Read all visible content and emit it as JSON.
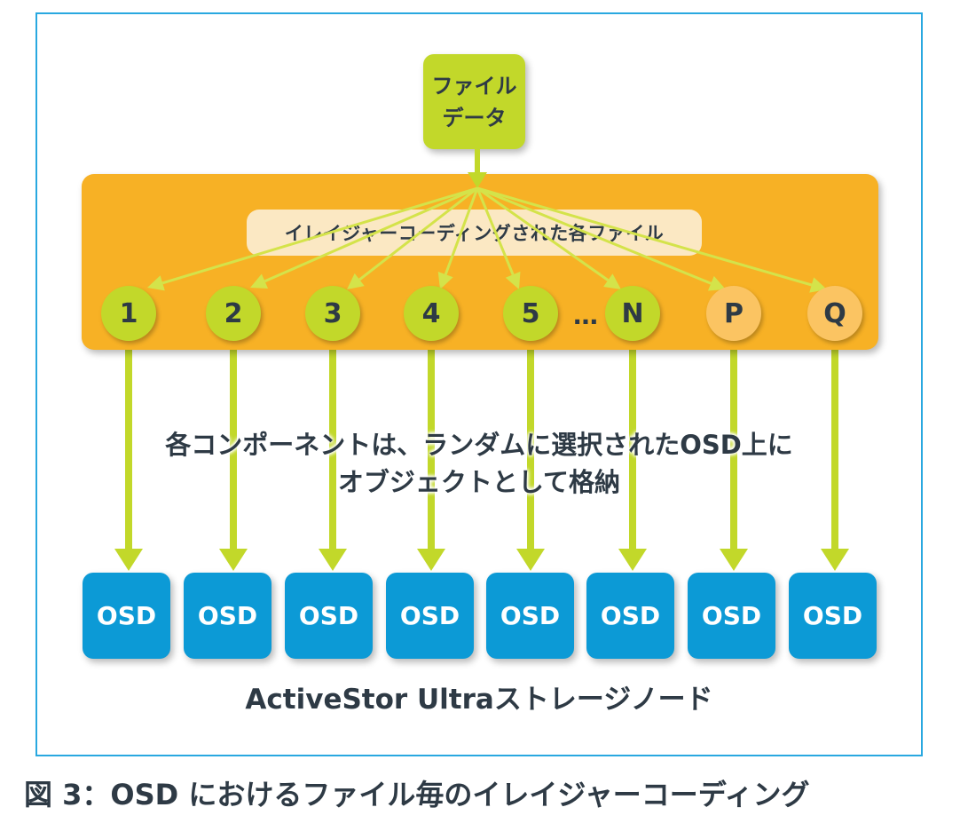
{
  "file_box": {
    "line1": "ファイル",
    "line2": "データ"
  },
  "erasure_label": "イレイジャーコーディングされた各ファイル",
  "circles": [
    {
      "label": "1",
      "color": "#c2d82a"
    },
    {
      "label": "2",
      "color": "#c2d82a"
    },
    {
      "label": "3",
      "color": "#c2d82a"
    },
    {
      "label": "4",
      "color": "#c2d82a"
    },
    {
      "label": "5",
      "color": "#c2d82a"
    },
    {
      "label": "N",
      "color": "#c2d82a"
    },
    {
      "label": "P",
      "color": "#fbc462"
    },
    {
      "label": "Q",
      "color": "#fbc462"
    }
  ],
  "ellipsis": "…",
  "middle_text": {
    "line1": "各コンポーネントは、ランダムに選択されたOSD上に",
    "line2": "オブジェクトとして格納"
  },
  "osd_label": "OSD",
  "osd_count": 8,
  "storage_label": "ActiveStor Ultraストレージノード",
  "caption": "図 3：OSD におけるファイル毎のイレイジャーコーディング",
  "colors": {
    "frame": "#29a8e0",
    "orange": "#f7b125",
    "green": "#c2d82a",
    "light_orange": "#fbc462",
    "osd_blue": "#0c9ad6",
    "text_dark": "#2e3a45"
  }
}
